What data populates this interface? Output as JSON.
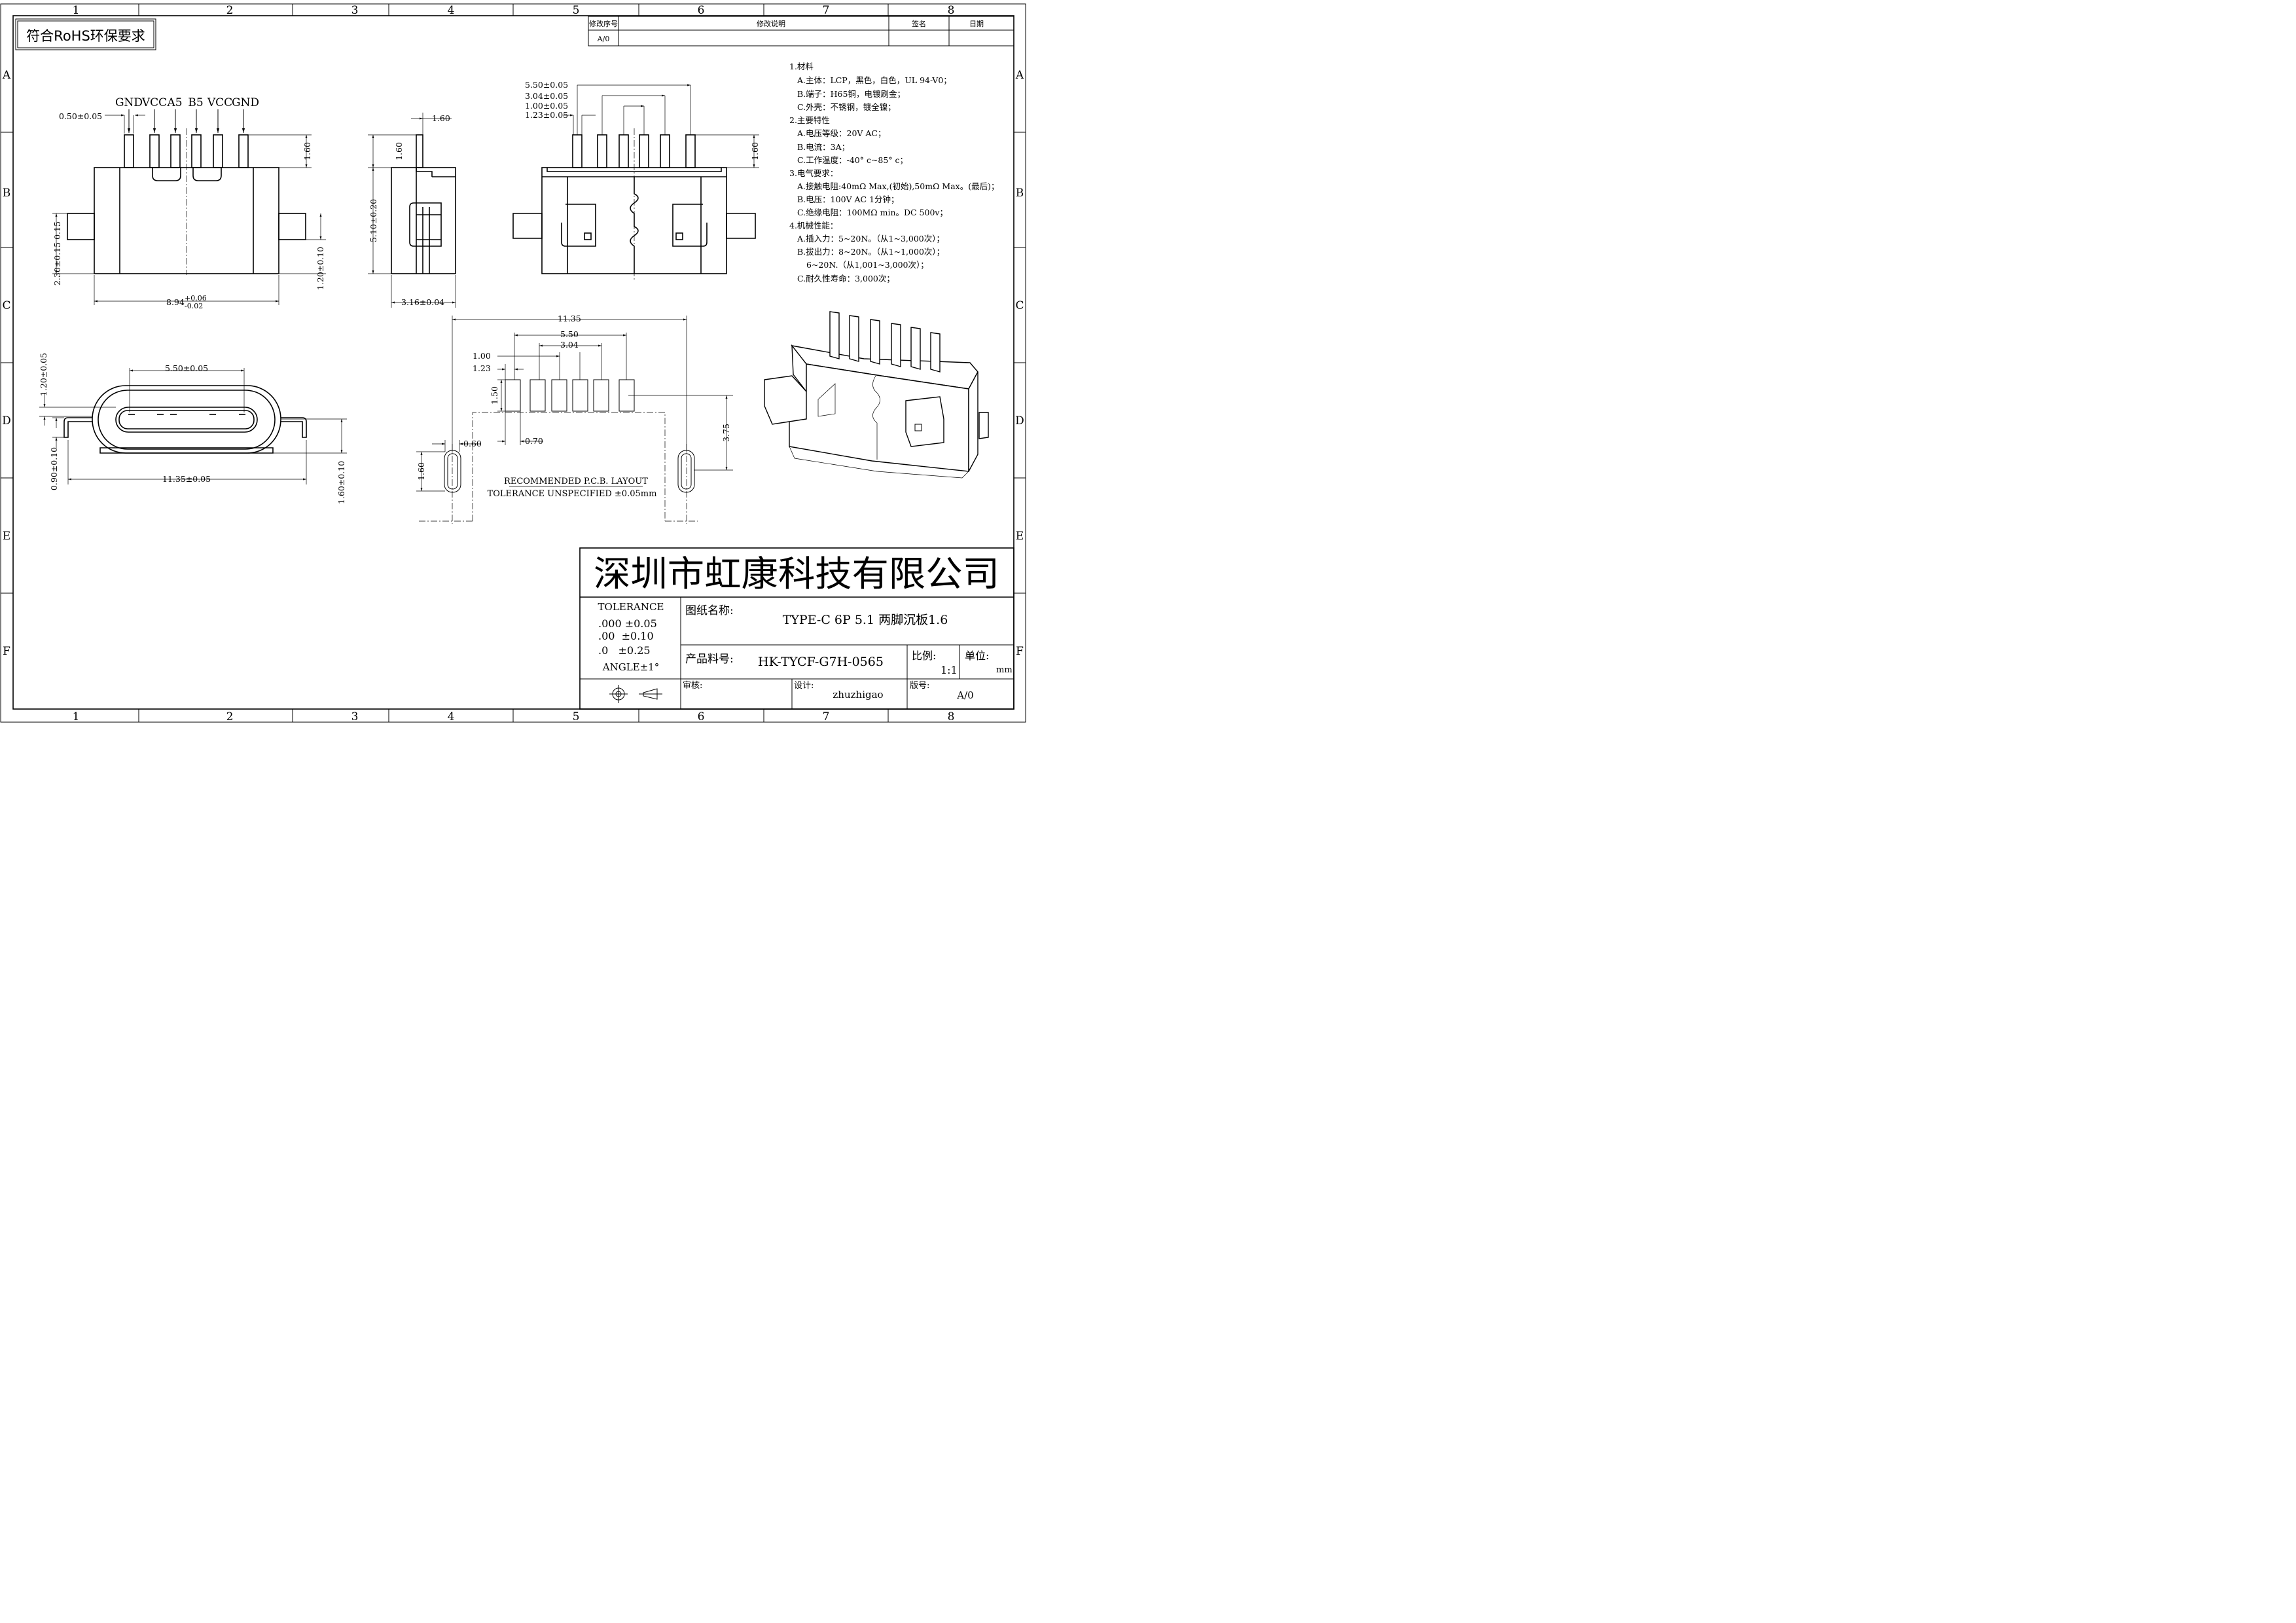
{
  "border": {
    "col_labels": [
      "1",
      "2",
      "3",
      "4",
      "5",
      "6",
      "7",
      "8"
    ],
    "row_labels": [
      "A",
      "B",
      "C",
      "D",
      "E",
      "F"
    ]
  },
  "rohs_label": "符合RoHS环保要求",
  "revision": {
    "headers": [
      "修改序号",
      "修改说明",
      "签名",
      "日期"
    ],
    "row": [
      "A/0",
      "",
      "",
      ""
    ]
  },
  "notes": [
    "1.材料",
    "A.主体：LCP，黑色，白色，UL 94-V0；",
    "B.端子：H65铜，电镀刷金；",
    "C.外壳：不锈钢，镀全镍；",
    "2.主要特性",
    "A.电压等级：20V AC；",
    "B.电流：3A；",
    "C.工作温度：-40° c~85° c；",
    "3.电气要求：",
    "A.接触电阻:40mΩ Max,(初始),50mΩ Max。(最后)；",
    "B.电压：100V AC 1分钟；",
    "C.绝缘电阻：100MΩ min。DC 500v；",
    "4.机械性能：",
    "A.插入力：5~20N。（从1~3,000次）；",
    "B.拔出力：8~20N。（从1~1,000次）；",
    "6~20N.（从1,001~3,000次）；",
    "C.耐久性寿命：3,000次；"
  ],
  "front_view": {
    "pin_labels": [
      "GND",
      "VCC",
      "A5",
      "B5",
      "VCC",
      "GND"
    ],
    "dims": {
      "pin_width": "0.50±0.05",
      "pin_height": "1.60",
      "tab_height": "0.15",
      "height_left": "2.30±0.15",
      "tab_offset": "1.20±0.10",
      "width": "8.94",
      "width_tol_plus": "+0.06",
      "width_tol_minus": "-0.02"
    }
  },
  "side_view": {
    "dims": {
      "top": "1.60",
      "pin_height": "1.60",
      "height": "5.10±0.20",
      "depth": "3.16±0.04"
    }
  },
  "back_view": {
    "dims": {
      "a": "5.50±0.05",
      "b": "3.04±0.05",
      "c": "1.00±0.05",
      "d": "1.23±0.05",
      "pin_height": "1.60"
    }
  },
  "bottom_view": {
    "dims": {
      "opening": "5.50±0.05",
      "top_gap": "1.20±0.05",
      "lead": "0.90±0.10",
      "width": "11.35±0.05",
      "height": "1.60±0.10"
    }
  },
  "pcb_layout": {
    "dims": {
      "overall": "11.35",
      "a": "5.50",
      "b": "3.04",
      "c": "1.00",
      "d": "1.23",
      "pad_len": "1.50",
      "slot_w": "0.60",
      "pad_w": "0.70",
      "depth": "3.75",
      "slot_len": "1.60"
    },
    "caption_1": "RECOMMENDED  P.C.B. LAYOUT",
    "caption_2": "TOLERANCE  UNSPECIFIED  ±0.05mm"
  },
  "title_block": {
    "company": "深圳市虹康科技有限公司",
    "tolerance_title": "TOLERANCE",
    "tolerance_rows": [
      ".000 ±0.05",
      ".00  ±0.10",
      ".0   ±0.25"
    ],
    "angle": "ANGLE±1°",
    "drawing_name_label": "图纸名称:",
    "drawing_name": "TYPE-C 6P 5.1 两脚沉板1.6",
    "part_no_label": "产品料号:",
    "part_no": "HK-TYCF-G7H-0565",
    "scale_label": "比例:",
    "scale": "1:1",
    "unit_label": "单位:",
    "unit": "mm",
    "review_label": "审核:",
    "design_label": "设计:",
    "designer": "zhuzhigao",
    "version_label": "版号:",
    "version": "A/0"
  }
}
